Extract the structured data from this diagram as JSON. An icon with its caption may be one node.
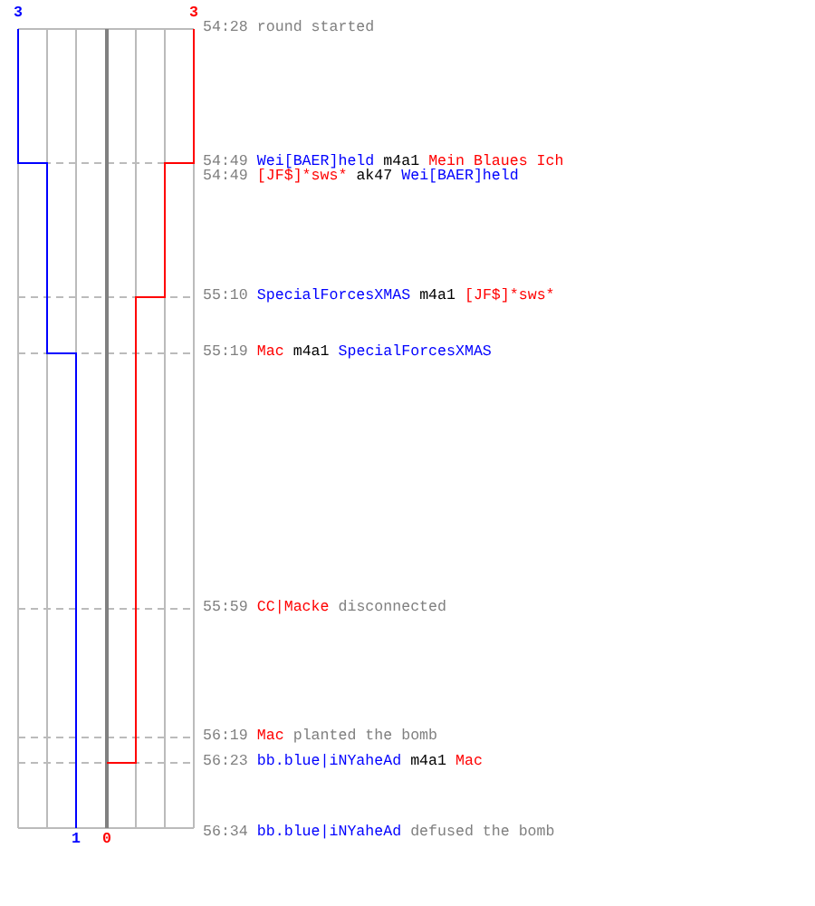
{
  "diagram": {
    "labels": [
      "3",
      "3",
      "54:28",
      "round started",
      "54:49",
      "Wei[BAER]held",
      "m4a1",
      "Mein Blaues Ich",
      "54:49",
      "[JF$]*sws*",
      "ak47",
      "Wei[BAER]held",
      "55:10",
      "SpecialForcesXMAS",
      "m4a1",
      "[JF$]*sws*",
      "55:19",
      "Mac",
      "m4a1",
      "SpecialForcesXMAS",
      "55:59",
      "CC|Macke",
      "disconnected",
      "56:19",
      "Mac",
      "planted the bomb",
      "56:23",
      "bb.blue|iNYaheAd",
      "m4a1",
      "Mac",
      "56:34",
      "bb.blue|iNYaheAd",
      "defused the bomb",
      "1",
      "0"
    ]
  }
}
